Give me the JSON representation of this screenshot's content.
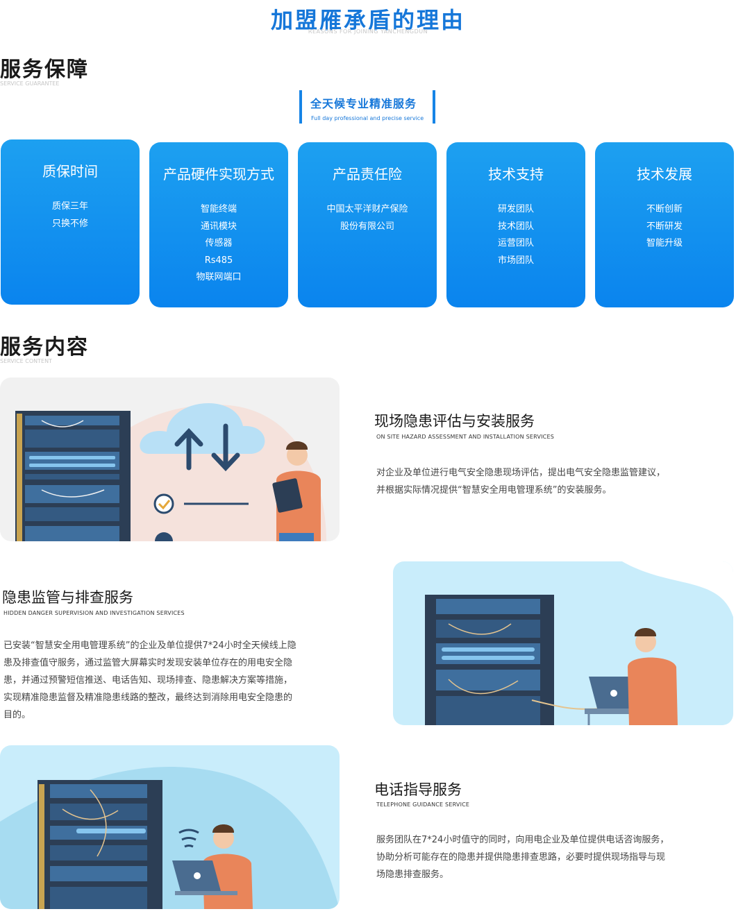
{
  "header": {
    "title": "加盟雁承盾的理由",
    "subtitle": "REASONS FOR JOINING YANCHENGDUN"
  },
  "guarantee": {
    "title": "服务保障",
    "subtitle": "SERVICE GUARANTEE",
    "banner_title": "全天候专业精准服务",
    "banner_subtitle": "Full day professional and precise service",
    "cards": [
      {
        "title": "质保时间",
        "lines": [
          "质保三年",
          "只换不修"
        ]
      },
      {
        "title": "产品硬件实现方式",
        "lines": [
          "智能终端",
          "通讯模块",
          "传感器",
          "Rs485",
          "物联网端口"
        ]
      },
      {
        "title": "产品责任险",
        "lines": [
          "中国太平洋财产保险",
          "股份有限公司"
        ]
      },
      {
        "title": "技术支持",
        "lines": [
          "研发团队",
          "技术团队",
          "运营团队",
          "市场团队"
        ]
      },
      {
        "title": "技术发展",
        "lines": [
          "不断创新",
          "不断研发",
          "智能升级"
        ]
      }
    ]
  },
  "content": {
    "title": "服务内容",
    "subtitle": "SERVICE CONTENT",
    "services": [
      {
        "title": "现场隐患评估与安装服务",
        "subtitle": "ON SITE HAZARD ASSESSMENT AND INSTALLATION SERVICES",
        "desc": [
          "对企业及单位进行电气安全隐患现场评估，提出电气安全隐患监管建议，",
          "并根据实际情况提供“智慧安全用电管理系统”的安装服务。"
        ]
      },
      {
        "title": "隐患监管与排查服务",
        "subtitle": "HIDDEN DANGER SUPERVISION AND INVESTIGATION SERVICES",
        "desc": [
          "已安装“智慧安全用电管理系统”的企业及单位提供7*24小时全天候线上隐",
          "患及排查值守服务，通过监管大屏幕实时发现安装单位存在的用电安全隐",
          "患，并通过预警短信推送、电话告知、现场排查、隐患解决方案等措施，",
          "实现精准隐患监督及精准隐患线路的整改，最终达到消除用电安全隐患的",
          "目的。"
        ]
      },
      {
        "title": "电话指导服务",
        "subtitle": "TELEPHONE GUIDANCE SERVICE",
        "desc": [
          "服务团队在7*24小时值守的同时，向用电企业及单位提供电话咨询服务，",
          "协助分析可能存在的隐患并提供隐患排查思路，必要时提供现场指导与现",
          "场隐患排查服务。"
        ]
      }
    ]
  },
  "colors": {
    "accent": "#1677d9",
    "card_top": "#1da0f0",
    "card_bottom": "#0a84ee",
    "illus_bg_light": "#f1f1f1",
    "illus_bg_blue": "#cdeefb",
    "rack_dark": "#2c3e55",
    "rack_blue": "#3f6f9e",
    "person_orange": "#e9855a"
  },
  "icons": [
    "server-rack-icon",
    "cloud-icon",
    "up-arrow-icon",
    "down-arrow-icon",
    "check-circle-icon",
    "laptop-icon",
    "wifi-icon",
    "person-icon",
    "tablet-icon"
  ]
}
